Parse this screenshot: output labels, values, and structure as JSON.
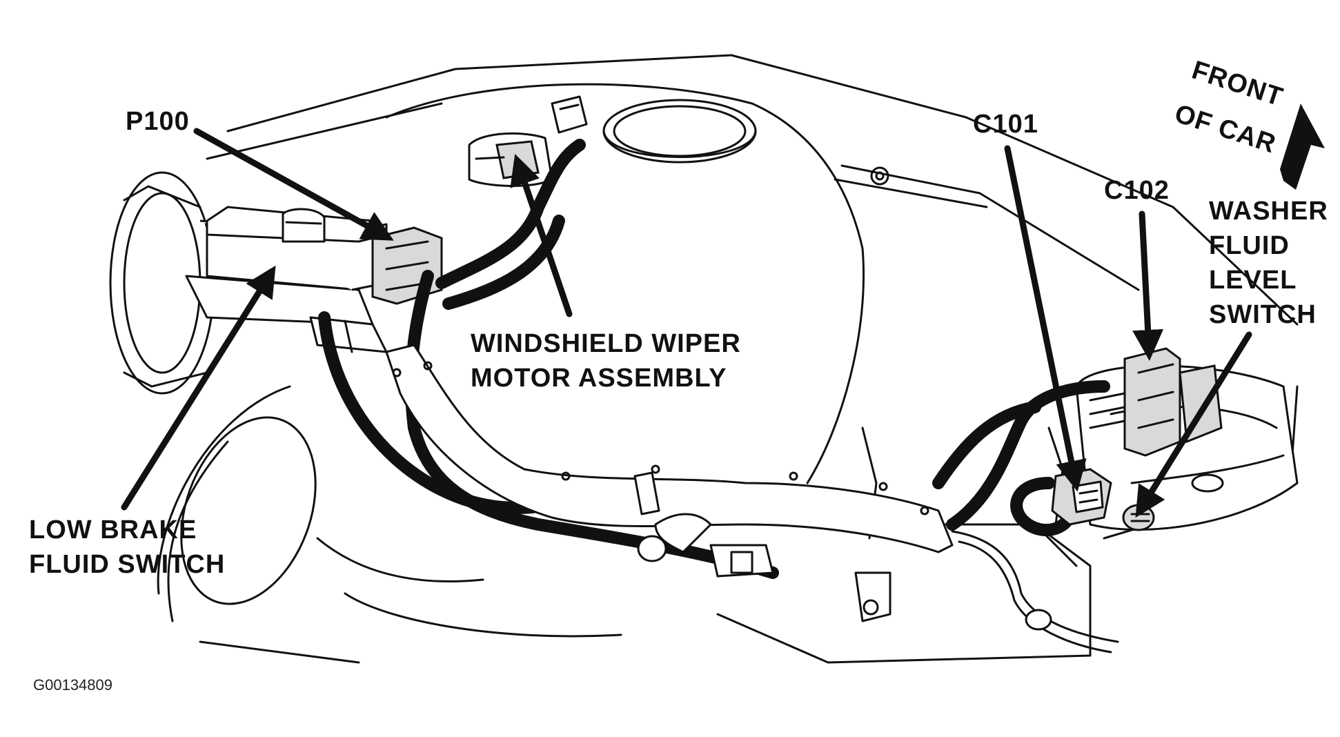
{
  "labels": {
    "p100": "P100",
    "wiper_line1": "WINDSHIELD WIPER",
    "wiper_line2": "MOTOR ASSEMBLY",
    "c101": "C101",
    "c102": "C102",
    "front_line1": "FRONT",
    "front_line2": "OF CAR",
    "washer_line1": "WASHER",
    "washer_line2": "FLUID",
    "washer_line3": "LEVEL",
    "washer_line4": "SWITCH",
    "brake_line1": "LOW BRAKE",
    "brake_line2": "FLUID SWITCH"
  },
  "figure_id": "G00134809",
  "icons": {
    "direction": "front-of-car-arrow-icon"
  }
}
